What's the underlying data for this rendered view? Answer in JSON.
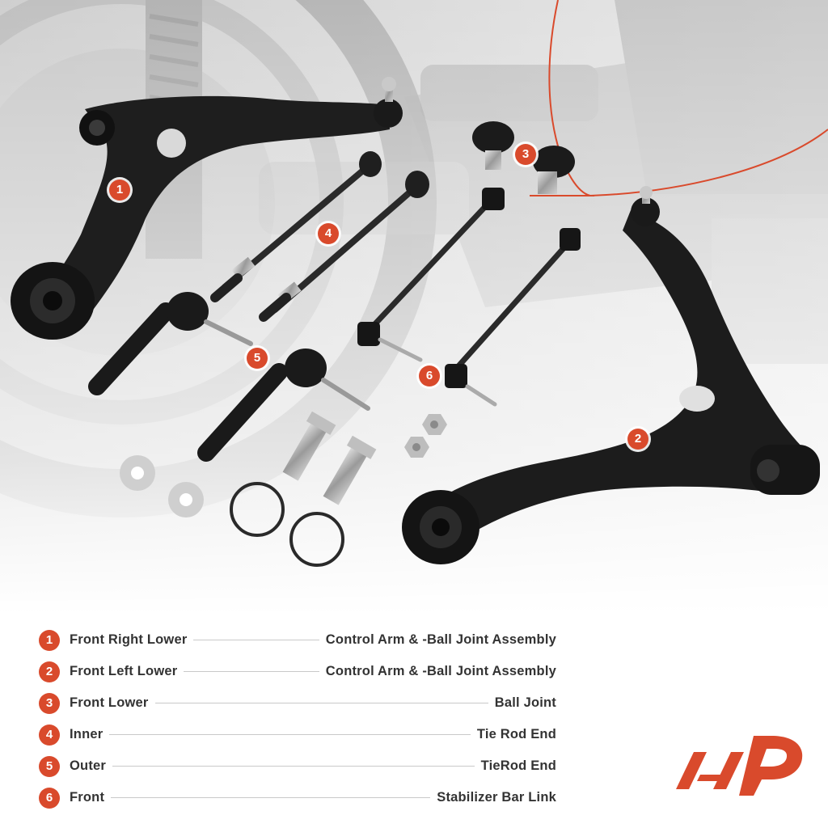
{
  "callouts": [
    {
      "number": "1"
    },
    {
      "number": "2"
    },
    {
      "number": "3"
    },
    {
      "number": "4"
    },
    {
      "number": "5"
    },
    {
      "number": "6"
    }
  ],
  "legend": [
    {
      "number": "1",
      "left": "Front Right Lower",
      "right": "Control Arm & -Ball Joint Assembly"
    },
    {
      "number": "2",
      "left": "Front Left Lower",
      "right": "Control Arm & -Ball Joint Assembly"
    },
    {
      "number": "3",
      "left": "Front Lower",
      "right": "Ball Joint"
    },
    {
      "number": "4",
      "left": "Inner",
      "right": "Tie Rod End"
    },
    {
      "number": "5",
      "left": "Outer",
      "right": "TieRod End"
    },
    {
      "number": "6",
      "left": "Front",
      "right": "Stabilizer Bar Link"
    }
  ],
  "colors": {
    "accent": "#d94a2c",
    "text": "#333333",
    "part": "#1c1c1c",
    "background_photo": "#d6d6d6"
  },
  "icons": {
    "logo": "a-premium-logo"
  }
}
